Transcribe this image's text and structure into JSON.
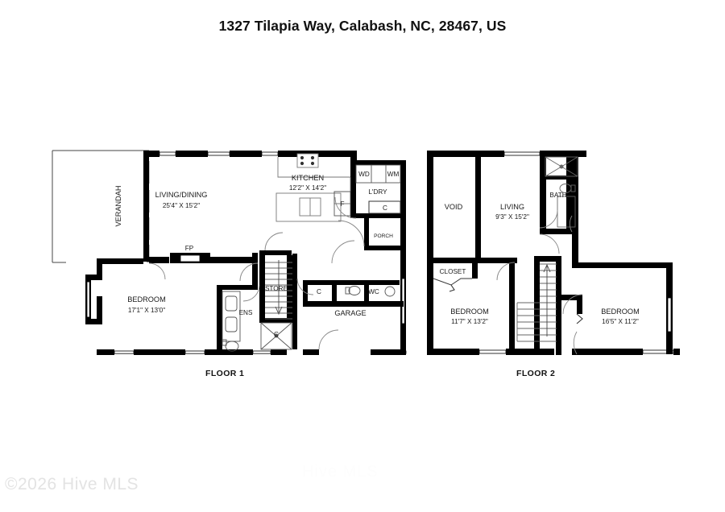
{
  "document": {
    "title": "1327 Tilapia Way, Calabash, NC, 28467, US",
    "watermark_corner": "©2026 Hive MLS",
    "watermark_center": "Hive MLS"
  },
  "floors": [
    {
      "id": "floor-1",
      "caption": "FLOOR 1",
      "rooms": [
        {
          "name": "VERANDAH",
          "dimensions": ""
        },
        {
          "name": "LIVING/DINING",
          "dimensions": "25'4\" X 15'2\""
        },
        {
          "name": "KITCHEN",
          "dimensions": "12'2\" X 14'2\""
        },
        {
          "name": "BEDROOM",
          "dimensions": "17'1\" X 13'0\""
        },
        {
          "name": "GARAGE",
          "dimensions": ""
        },
        {
          "name": "STORE",
          "dimensions": ""
        },
        {
          "name": "ENS",
          "dimensions": ""
        },
        {
          "name": "L'DRY",
          "dimensions": ""
        },
        {
          "name": "PORCH",
          "dimensions": ""
        },
        {
          "name": "WC",
          "dimensions": ""
        }
      ],
      "fixtures": [
        {
          "label": "FP",
          "meaning": "fireplace"
        },
        {
          "label": "F",
          "meaning": "fridge"
        },
        {
          "label": "WD",
          "meaning": "washer-dryer"
        },
        {
          "label": "WM",
          "meaning": "washing-machine"
        },
        {
          "label": "C",
          "meaning": "closet-laundry"
        },
        {
          "label": "C",
          "meaning": "closet-hall"
        },
        {
          "label": "C",
          "meaning": "closet-stair"
        }
      ]
    },
    {
      "id": "floor-2",
      "caption": "FLOOR 2",
      "rooms": [
        {
          "name": "VOID",
          "dimensions": ""
        },
        {
          "name": "LIVING",
          "dimensions": "9'3\" X 15'2\""
        },
        {
          "name": "BATH",
          "dimensions": ""
        },
        {
          "name": "CLOSET",
          "dimensions": ""
        },
        {
          "name": "BEDROOM",
          "dimensions": "11'7\" X 13'2\""
        },
        {
          "name": "BEDROOM",
          "dimensions": "16'5\" X 11'2\""
        }
      ],
      "fixtures": []
    }
  ],
  "colors": {
    "wall": "#000000",
    "fixture_line": "#555555",
    "background": "#ffffff",
    "text": "#1a1a1a",
    "watermark": "#e3e3e3"
  }
}
